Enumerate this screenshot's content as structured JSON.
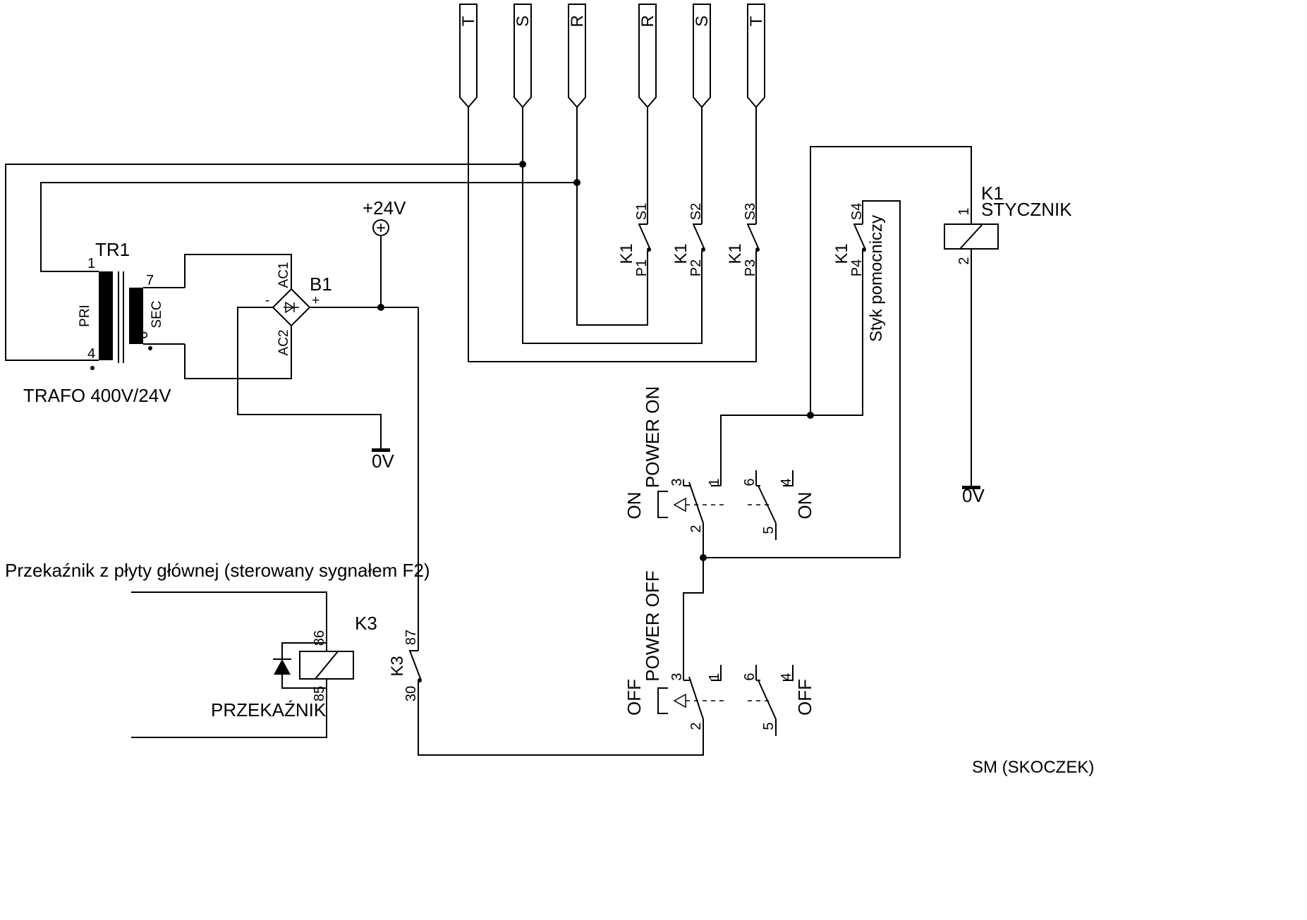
{
  "ports": {
    "left": [
      "T",
      "S",
      "R"
    ],
    "right": [
      "R",
      "S",
      "T"
    ]
  },
  "transformer": {
    "ref": "TR1",
    "name": "TRAFO 400V/24V",
    "pri": "PRI",
    "sec": "SEC",
    "pins": [
      "1",
      "4",
      "7",
      "6"
    ]
  },
  "bridge": {
    "ref": "B1",
    "ac1": "AC1",
    "ac2": "AC2",
    "minus": "-",
    "plus": "+"
  },
  "supply": {
    "v24": "+24V",
    "ground_left": "0V",
    "ground_right": "0V",
    "plus_symbol": "+"
  },
  "contactor_contacts": [
    {
      "ref": "K1",
      "top": "S1",
      "bottom": "P1"
    },
    {
      "ref": "K1",
      "top": "S2",
      "bottom": "P2"
    },
    {
      "ref": "K1",
      "top": "S3",
      "bottom": "P3"
    },
    {
      "ref": "K1",
      "top": "S4",
      "bottom": "P4"
    }
  ],
  "aux_contact_label": "Styk pomocniczy",
  "contactor_coil": {
    "ref": "K1",
    "name": "STYCZNIK",
    "pin1": "1",
    "pin2": "2"
  },
  "power_on": {
    "title": "POWER ON",
    "side_left": "ON",
    "side_right": "ON",
    "pins": [
      "3",
      "1",
      "2",
      "6",
      "4",
      "5"
    ]
  },
  "power_off": {
    "title": "POWER OFF",
    "side_left": "OFF",
    "side_right": "OFF",
    "pins": [
      "3",
      "1",
      "2",
      "6",
      "4",
      "5"
    ]
  },
  "relay": {
    "ref": "K3",
    "name": "PRZEKAŹNIK",
    "pin86": "86",
    "pin85": "85",
    "description": "Przekaźnik z płyty głównej (sterowany sygnałem F2)"
  },
  "relay_contact": {
    "ref": "K3",
    "pin87": "87",
    "pin30": "30"
  },
  "author": "SM (SKOCZEK)"
}
